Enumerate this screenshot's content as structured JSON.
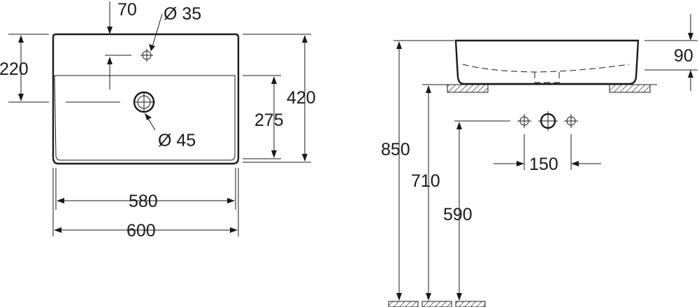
{
  "labels": {
    "d70": "70",
    "d35": "Ø 35",
    "d220": "220",
    "d420": "420",
    "d275": "275",
    "d45": "Ø 45",
    "d580": "580",
    "d600": "600",
    "d90": "90",
    "d850": "850",
    "d710": "710",
    "d590": "590",
    "d150": "150"
  }
}
